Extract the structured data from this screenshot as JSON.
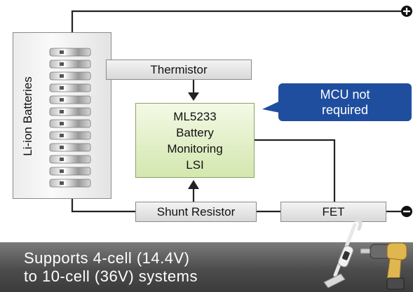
{
  "diagram": {
    "battery_label": "Li-ion Batteries",
    "thermistor_label": "Thermistor",
    "lsi_lines": [
      "ML5233",
      "Battery",
      "Monitoring",
      "LSI"
    ],
    "shunt_label": "Shunt Resistor",
    "fet_label": "FET",
    "callout_lines": [
      "MCU not",
      "required"
    ],
    "callout_color": "#1f4e9f",
    "lsi_color": "#d3e7ae"
  },
  "banner": {
    "lines": [
      "Supports 4-cell (14.4V)",
      "to 10-cell (36V) systems"
    ],
    "icons": [
      "vacuum-cleaner-icon",
      "power-drill-icon"
    ]
  }
}
